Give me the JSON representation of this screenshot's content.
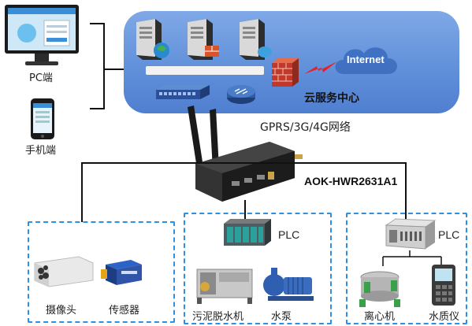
{
  "devices": {
    "pc_label": "PC端",
    "phone_label": "手机端"
  },
  "cloud": {
    "internet_label": "Internet",
    "center_label": "云服务中心"
  },
  "network_label": "GPRS/3G/4G网络",
  "router_model": "AOK-HWR2631A1",
  "groups": {
    "left": {
      "items": [
        "摄像头",
        "传感器"
      ]
    },
    "middle": {
      "plc_label": "PLC",
      "items": [
        "污泥脱水机",
        "水泵"
      ]
    },
    "right": {
      "plc_label": "PLC",
      "items": [
        "离心机",
        "水质仪"
      ]
    }
  },
  "colors": {
    "cloud_blue": "#6a97dd",
    "dash_blue": "#2f8fe0",
    "line": "#111111"
  }
}
